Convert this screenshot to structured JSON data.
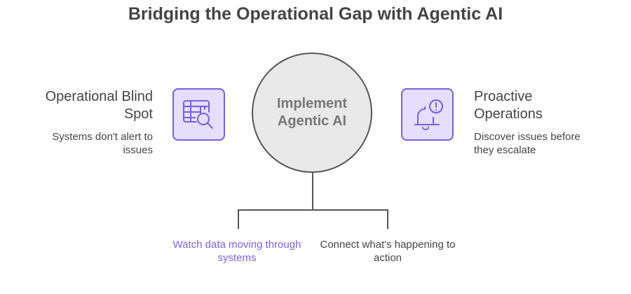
{
  "title": "Bridging the Operational Gap with Agentic AI",
  "center": {
    "label": "Implement Agentic AI"
  },
  "left": {
    "heading": "Operational Blind Spot",
    "description": "Systems don't alert to issues",
    "icon": "table-search-icon"
  },
  "right": {
    "heading": "Proactive Operations",
    "description": "Discover issues before they escalate",
    "icon": "bell-alert-icon"
  },
  "branches": [
    {
      "label": "Watch data moving through systems",
      "color": "#7b61e0"
    },
    {
      "label": "Connect what's happening to action",
      "color": "#444444"
    }
  ],
  "colors": {
    "accent": "#7a5fd8",
    "accent_fill": "#e5defc",
    "circle_fill": "#e8e8e8"
  }
}
